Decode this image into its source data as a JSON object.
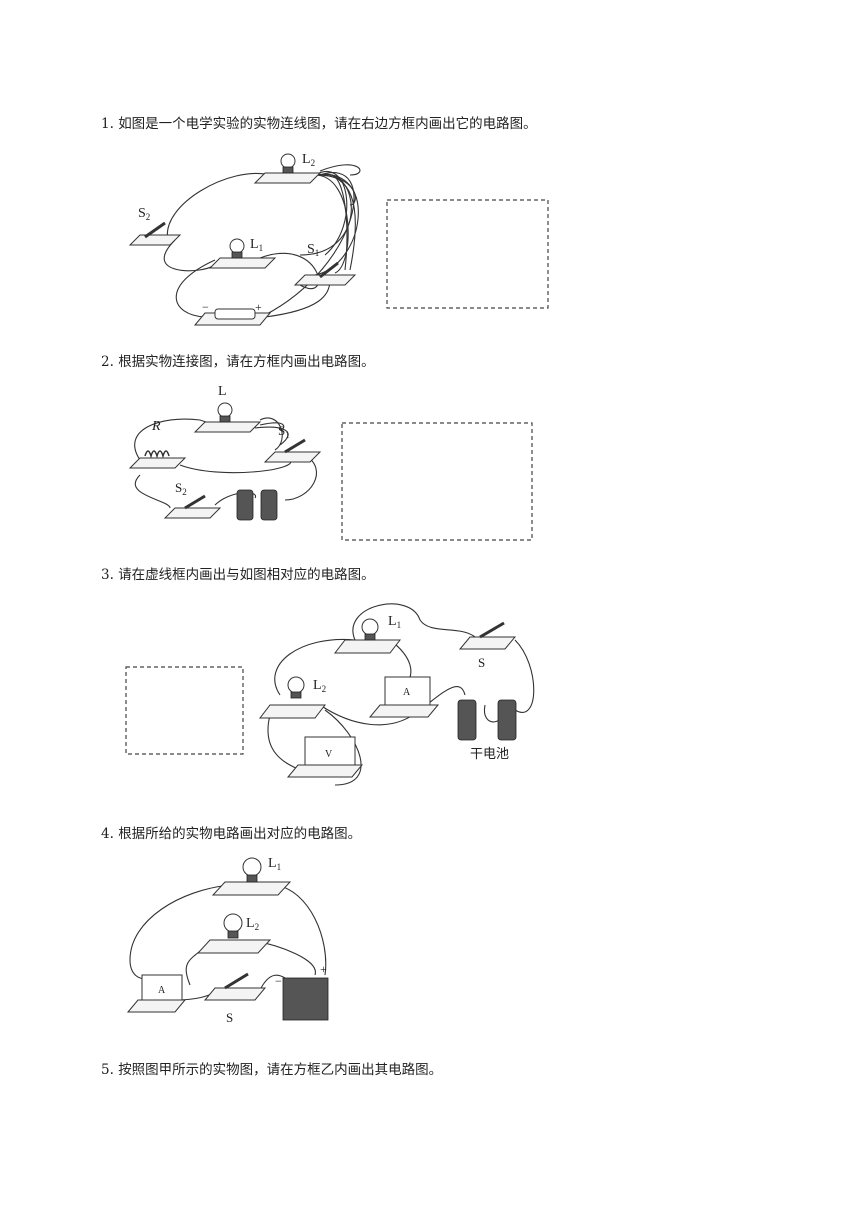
{
  "questions": [
    {
      "number": "1.",
      "text": "如图是一个电学实验的实物连线图，请在右边方框内画出它的电路图。"
    },
    {
      "number": "2.",
      "text": "根据实物连接图，请在方框内画出电路图。"
    },
    {
      "number": "3.",
      "text": "请在虚线框内画出与如图相对应的电路图。"
    },
    {
      "number": "4.",
      "text": "根据所给的实物电路画出对应的电路图。"
    },
    {
      "number": "5.",
      "text": "按照图甲所示的实物图，请在方框乙内画出其电路图。"
    }
  ],
  "fig1": {
    "L2": "L",
    "L2_sub": "2",
    "L1": "L",
    "L1_sub": "1",
    "S2": "S",
    "S2_sub": "2",
    "S1": "S",
    "S1_sub": "1",
    "minus": "−",
    "plus": "+"
  },
  "fig2": {
    "L": "L",
    "R": "R",
    "S1": "S",
    "S1_sub": "1",
    "S2": "S",
    "S2_sub": "2"
  },
  "fig3": {
    "L1": "L",
    "L1_sub": "1",
    "L2": "L",
    "L2_sub": "2",
    "S": "S",
    "battery_label": "干电池",
    "ammeter": "A",
    "voltmeter": "V"
  },
  "fig4": {
    "L1": "L",
    "L1_sub": "1",
    "L2": "L",
    "L2_sub": "2",
    "S": "S",
    "minus": "−",
    "plus": "+",
    "ammeter": "A"
  }
}
